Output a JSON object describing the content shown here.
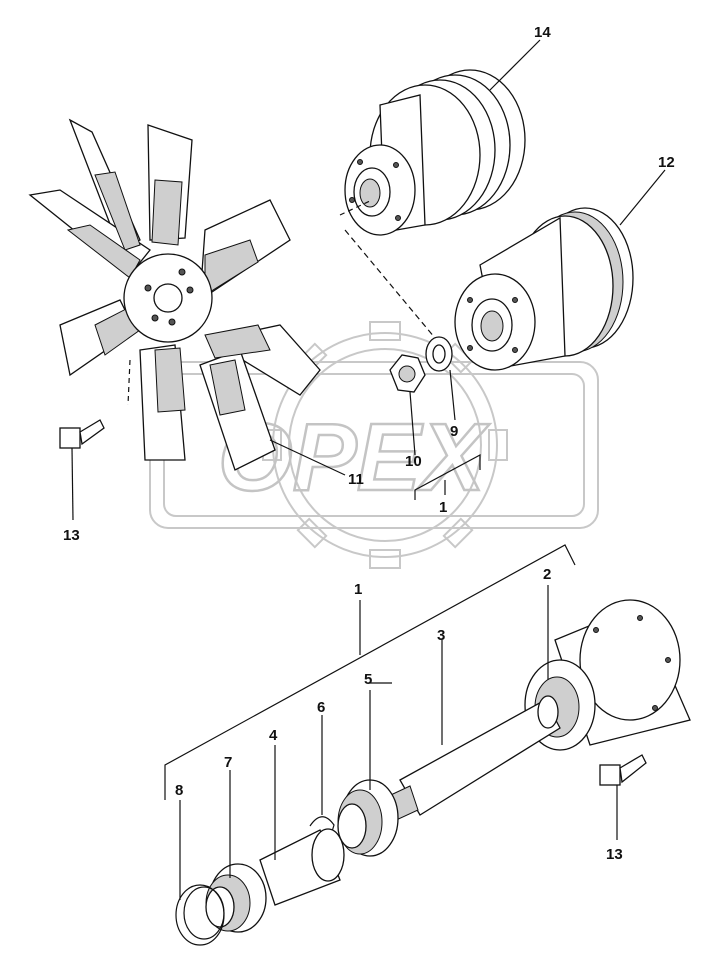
{
  "watermark": {
    "text": "OPEX"
  },
  "callouts": {
    "c1_top": "1",
    "c1_bottom": "1",
    "c2": "2",
    "c3": "3",
    "c4": "4",
    "c5": "5",
    "c6": "6",
    "c7": "7",
    "c8": "8",
    "c9": "9",
    "c10": "10",
    "c11": "11",
    "c12": "12",
    "c13_left": "13",
    "c13_right": "13",
    "c14": "14"
  }
}
